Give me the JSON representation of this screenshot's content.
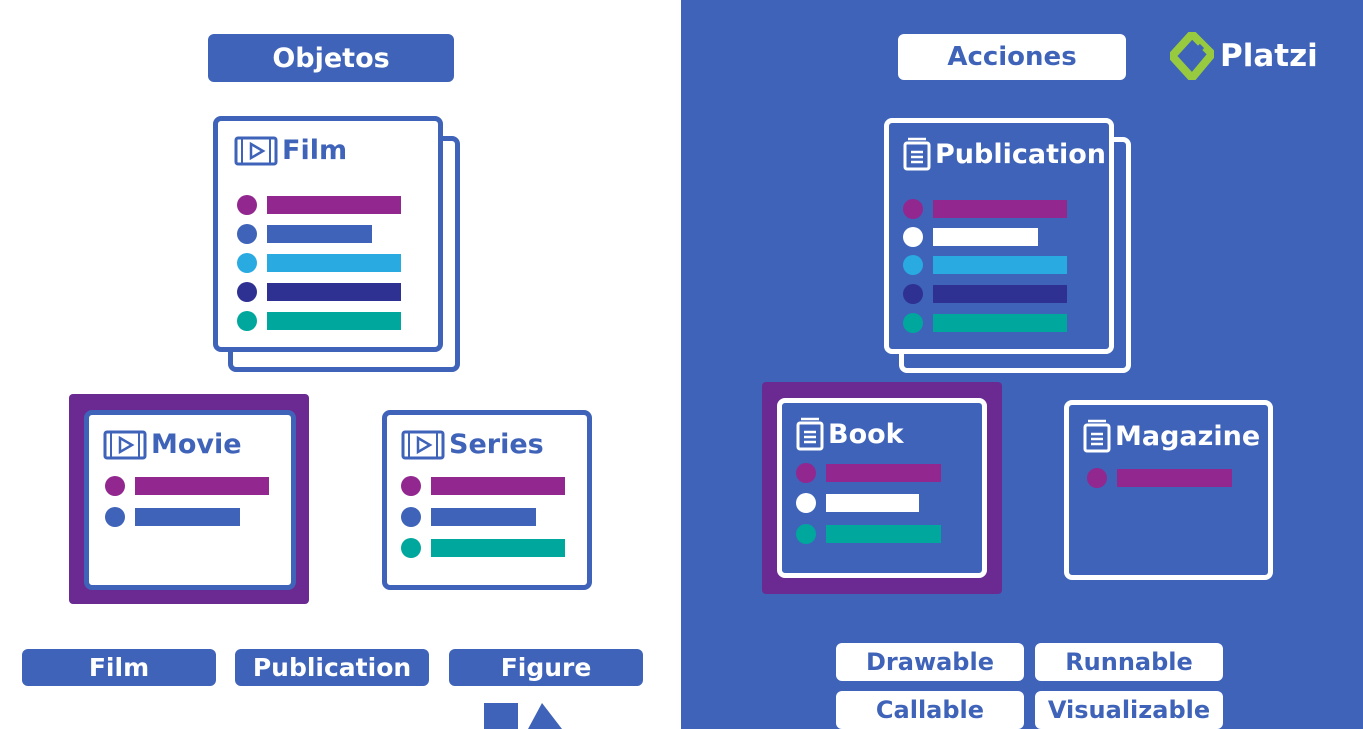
{
  "colors": {
    "brand_blue": "#3e63b8",
    "purple": "#92278f",
    "light_blue": "#29abe2",
    "navy": "#2e3192",
    "teal": "#00a79d",
    "white": "#ffffff",
    "highlight_purple": "#6b2a92",
    "logo_green": "#98ca3f"
  },
  "left": {
    "header": "Objetos",
    "cards": {
      "film": {
        "title": "Film",
        "icon": "film-icon",
        "bars": [
          "purple",
          "brand_blue",
          "light_blue",
          "navy",
          "teal"
        ]
      },
      "movie": {
        "title": "Movie",
        "icon": "film-icon",
        "bars": [
          "purple",
          "brand_blue"
        ]
      },
      "series": {
        "title": "Series",
        "icon": "film-icon",
        "bars": [
          "purple",
          "brand_blue",
          "teal"
        ]
      }
    },
    "tags": [
      "Film",
      "Publication",
      "Figure"
    ],
    "shapes": [
      "square-icon",
      "triangle-icon"
    ]
  },
  "right": {
    "header": "Acciones",
    "logo": "Platzi",
    "cards": {
      "publication": {
        "title": "Publication",
        "icon": "document-icon",
        "bars": [
          "purple",
          "white",
          "light_blue",
          "navy",
          "teal"
        ]
      },
      "book": {
        "title": "Book",
        "icon": "document-icon",
        "bars": [
          "purple",
          "white",
          "teal"
        ]
      },
      "magazine": {
        "title": "Magazine",
        "icon": "document-icon",
        "bars": [
          "purple"
        ]
      }
    },
    "tags": [
      "Drawable",
      "Runnable",
      "Callable",
      "Visualizable"
    ]
  }
}
